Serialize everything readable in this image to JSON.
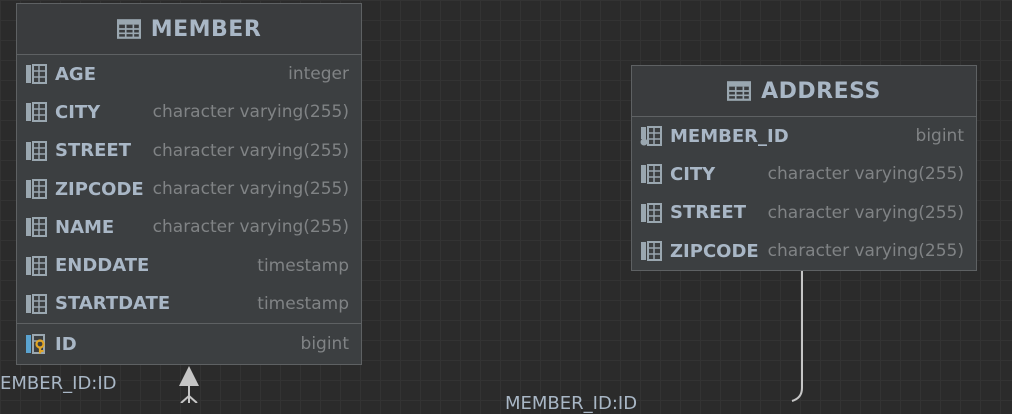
{
  "tables": {
    "member": {
      "title": "MEMBER",
      "columns": [
        {
          "name": "AGE",
          "type": "integer"
        },
        {
          "name": "CITY",
          "type": "character varying(255)"
        },
        {
          "name": "STREET",
          "type": "character varying(255)"
        },
        {
          "name": "ZIPCODE",
          "type": "character varying(255)"
        },
        {
          "name": "NAME",
          "type": "character varying(255)"
        },
        {
          "name": "ENDDATE",
          "type": "timestamp"
        },
        {
          "name": "STARTDATE",
          "type": "timestamp"
        }
      ],
      "pk": {
        "name": "ID",
        "type": "bigint"
      }
    },
    "address": {
      "title": "ADDRESS",
      "columns": [
        {
          "name": "MEMBER_ID",
          "type": "bigint"
        },
        {
          "name": "CITY",
          "type": "character varying(255)"
        },
        {
          "name": "STREET",
          "type": "character varying(255)"
        },
        {
          "name": "ZIPCODE",
          "type": "character varying(255)"
        }
      ]
    }
  },
  "relationships": {
    "left_label": "EMBER_ID:ID",
    "bottom_label": "MEMBER_ID:ID"
  },
  "colors": {
    "background": "#2b2b2b",
    "card": "#3c3f41",
    "border": "#5e6163",
    "text": "#a9b7c6",
    "type_text": "#808385",
    "icon": "#9aa7b0",
    "key": "#e0a526"
  }
}
